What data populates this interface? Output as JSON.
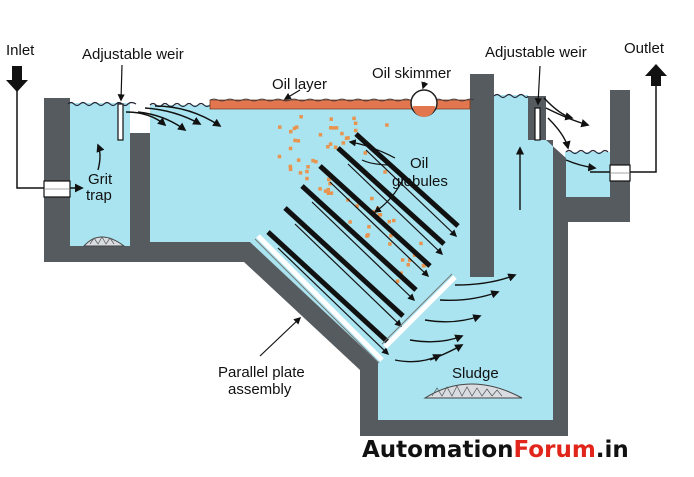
{
  "labels": {
    "inlet": "Inlet",
    "outlet": "Outlet",
    "weir_left": "Adjustable weir",
    "weir_right": "Adjustable weir",
    "oil_layer": "Oil layer",
    "oil_skimmer": "Oil skimmer",
    "oil_globules_1": "Oil",
    "oil_globules_2": "globules",
    "grit_1": "Grit",
    "grit_2": "trap",
    "parallel_1": "Parallel plate",
    "parallel_2": "assembly",
    "sludge": "Sludge"
  },
  "brand": {
    "part1": "Automation",
    "part2": "Forum",
    "part3": ".in"
  },
  "colors": {
    "water": "#a9e4f0",
    "wall": "#555b5f",
    "oil": "#e2764f",
    "droplet": "#e8944e",
    "sludge": "#d9dde2",
    "brand_black": "#111111",
    "brand_red": "#e1251b"
  }
}
